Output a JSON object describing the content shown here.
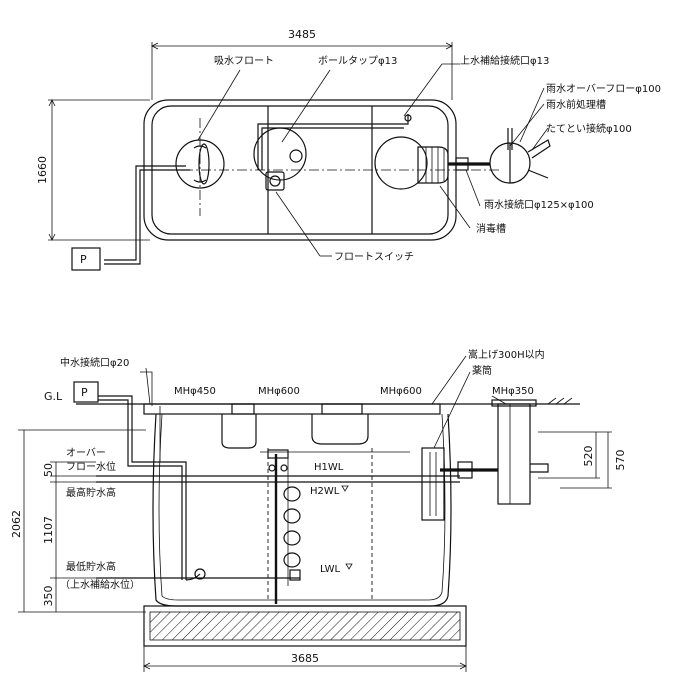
{
  "plan": {
    "dim_length": "3485",
    "dim_width": "1660",
    "pump": "P",
    "labels": {
      "suction_float": "吸水フロート",
      "ball_tap": "ボールタップφ13",
      "supply_connection": "上水補給接続口φ13",
      "rain_overflow": "雨水オーバーフローφ100",
      "rain_pretreatment": "雨水前処理槽",
      "downspout_connection": "たてとい接続φ100",
      "rain_connection": "雨水接続口φ125×φ100",
      "disinfection_tank": "消毒槽",
      "float_switch": "フロートスイッチ"
    }
  },
  "section": {
    "dims": {
      "total_height": "2062",
      "bottom_length": "3685",
      "top_right_a": "520",
      "top_right_b": "570",
      "left_50": "50",
      "left_1107": "1107",
      "left_350": "350"
    },
    "labels": {
      "gray_water": "中水接続口φ20",
      "gl": "G.L",
      "pump": "P",
      "mh450": "MHφ450",
      "mh600a": "MHφ600",
      "mh600b": "MHφ600",
      "mh350": "MHφ350",
      "raise": "嵩上げ300H以内",
      "chemical": "薬筒",
      "overflow_line1": "オーバー",
      "overflow_line2": "フロー水位",
      "max_storage": "最高貯水高",
      "min_storage": "最低貯水高",
      "supply_level": "（上水補給水位）",
      "h1wl": "H1WL",
      "h2wl": "H2WL",
      "lwl": "LWL"
    }
  }
}
